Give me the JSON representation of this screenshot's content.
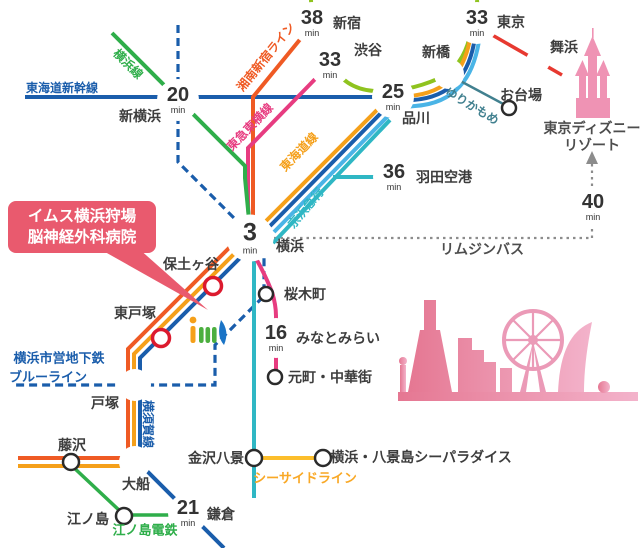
{
  "hospital_callout": {
    "line1": "イムス横浜狩場",
    "line2": "脳神経外科病院"
  },
  "badges": {
    "unit": "min",
    "shinjuku": "38",
    "shibuya": "33",
    "shin_yokohama": "20",
    "shinagawa": "25",
    "tokyo": "33",
    "haneda": "36",
    "limousine": "40",
    "yokohama": "3",
    "minatomirai": "16",
    "kamakura": "21"
  },
  "stations": {
    "shinjuku": "新宿",
    "shibuya": "渋谷",
    "shin_yokohama": "新横浜",
    "shimbashi": "新橋",
    "tokyo": "東京",
    "maihama": "舞浜",
    "shinagawa": "品川",
    "odaiba": "お台場",
    "haneda": "羽田空港",
    "yokohama": "横浜",
    "sakuragicho": "桜木町",
    "minatomirai": "みなとみらい",
    "motomachi_chukagai": "元町・中華街",
    "hodogaya": "保土ヶ谷",
    "higashi_totsuka": "東戸塚",
    "totsuka": "戸塚",
    "fujisawa": "藤沢",
    "ofuna": "大船",
    "enoshima": "江ノ島",
    "kamakura": "鎌倉",
    "kanazawa_hakkei": "金沢八景",
    "sea_paradise": "横浜・八景島シーパラダイス"
  },
  "line_labels": {
    "tokaido_shinkansen": "東海道新幹線",
    "yokohama_line": "横浜線",
    "shonan_shinjuku": "湘南新宿ライン",
    "tokyu_toyoko": "東急東横線",
    "tokaido": "東海道線",
    "keihin_kyuko": "京浜急行",
    "yurikamome": "ゆりかもめ",
    "yokosuka": "横須賀線",
    "subway_line1": "横浜市営地下鉄",
    "subway_line2": "ブルーライン",
    "seaside": "シーサイドライン",
    "enoden": "江ノ島電鉄",
    "limousine_bus": "リムジンバス"
  },
  "destinations": {
    "disney_line1": "東京ディズニー",
    "disney_line2": "リゾート"
  },
  "colors": {
    "navy": "#1a5dab",
    "sky_blue": "#4ab4e6",
    "teal": "#2fb7c4",
    "dark_teal": "#41808f",
    "lime": "#8fc31f",
    "green": "#2fae4a",
    "orange_red": "#ef5a24",
    "amber": "#f5a01a",
    "yellow": "#fcbe2b",
    "pink": "#e73c80",
    "red": "#e73930",
    "hospital_pink": "#e95a6e",
    "castle_pink": "#ef93b4",
    "station_red_ring": "#dc1a2e",
    "text_dark": "#3d3d3d",
    "bus_gray": "#8c8c8c"
  }
}
